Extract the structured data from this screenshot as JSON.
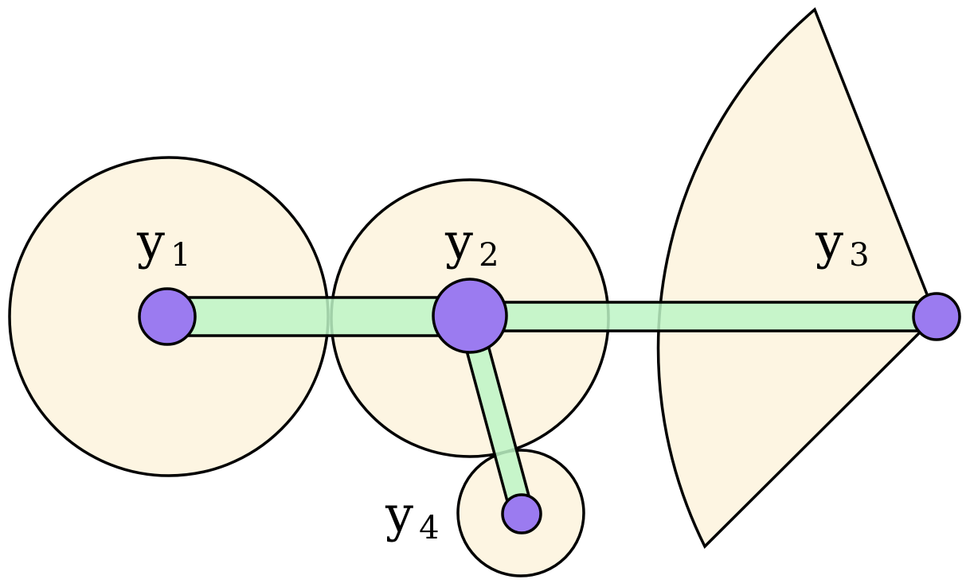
{
  "colors": {
    "region_fill": "#fdf5e2",
    "link_fill": "#bdf5c6",
    "node_fill": "#9b7bf0",
    "stroke": "#000000"
  },
  "labels": {
    "y1": {
      "base": "y",
      "sub": "1"
    },
    "y2": {
      "base": "y",
      "sub": "2"
    },
    "y3": {
      "base": "y",
      "sub": "3"
    },
    "y4": {
      "base": "y",
      "sub": "4"
    }
  }
}
